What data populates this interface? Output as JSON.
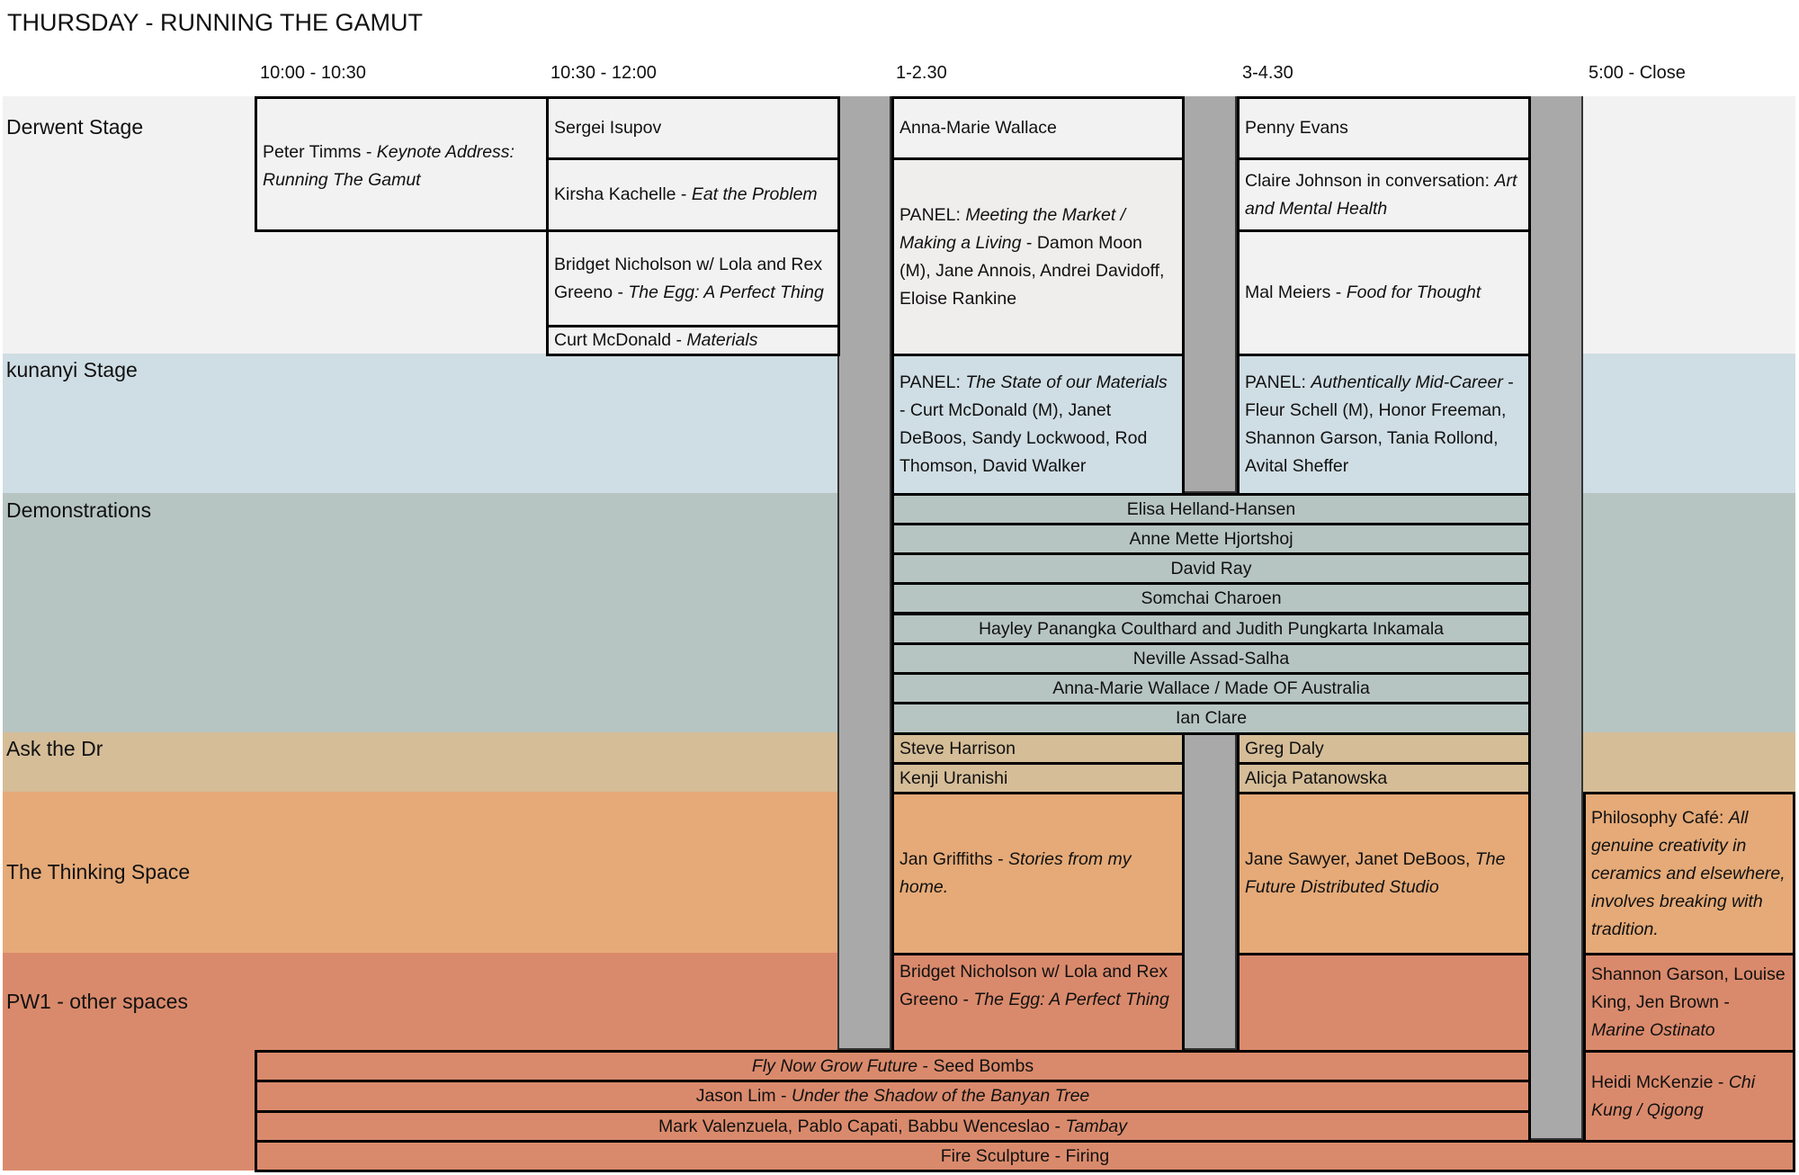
{
  "title": "THURSDAY - RUNNING THE GAMUT",
  "times": [
    "10:00 - 10:30",
    "10:30 - 12:00",
    "1-2.30",
    "3-4.30",
    "5:00 - Close"
  ],
  "rows": [
    "Derwent Stage",
    "kunanyi Stage",
    "Demonstrations",
    "Ask the Dr",
    "The Thinking Space",
    "PW1 - other spaces"
  ],
  "colors": {
    "derwent": "#f2f2f2",
    "kunanyi": "#cfdde4",
    "demos": "#b7c5c2",
    "ask": "#d5bd98",
    "thinking": "#e5aa78",
    "pw1": "#da8a6c",
    "break": "#a9a9a9"
  },
  "derwent": {
    "timms": [
      "Peter Timms - ",
      "Keynote Address: Running The Gamut"
    ],
    "isupov": "Sergei Isupov",
    "kachelle": [
      "Kirsha Kachelle - ",
      "Eat the Problem"
    ],
    "nicholson": [
      "Bridget Nicholson w/ Lola and Rex Greeno - ",
      "The Egg: A Perfect Thing"
    ],
    "mcdonald": [
      "Curt McDonald - ",
      "Materials"
    ],
    "wallace": "Anna-Marie Wallace",
    "panel": [
      "PANEL: ",
      "Meeting the Market / Making a Living",
      " - Damon Moon (M), Jane Annois, Andrei Davidoff, Eloise Rankine"
    ],
    "evans": "Penny Evans",
    "johnson": [
      "Claire Johnson in conversation: ",
      "Art and Mental Health"
    ],
    "meiers": [
      "Mal Meiers - ",
      "Food for Thought"
    ]
  },
  "kunanyi": {
    "panel1": [
      "PANEL: ",
      "The State of our Materials",
      " - Curt McDonald (M), Janet DeBoos, Sandy Lockwood, Rod Thomson, David Walker"
    ],
    "panel2": [
      "PANEL: ",
      "Authentically Mid-Career",
      " - Fleur Schell (M), Honor Freeman, Shannon Garson, Tania Rollond, Avital Sheffer"
    ]
  },
  "demos": [
    "Elisa Helland-Hansen",
    "Anne Mette Hjortshoj",
    "David Ray",
    "Somchai Charoen",
    "Hayley Panangka Coulthard and Judith Pungkarta Inkamala",
    "Neville Assad-Salha",
    "Anna-Marie Wallace / Made OF Australia",
    "Ian Clare"
  ],
  "ask": [
    "Steve Harrison",
    "Kenji Uranishi",
    "Greg Daly",
    "Alicja Patanowska"
  ],
  "thinking": {
    "griffiths": [
      "Jan Griffiths - ",
      "Stories from my home."
    ],
    "sawyer": [
      "Jane Sawyer, Janet DeBoos, ",
      "The Future Distributed Studio"
    ],
    "cafe": [
      "Philosophy Café: ",
      "All genuine creativity in ceramics and elsewhere, involves breaking with tradition."
    ]
  },
  "pw1": {
    "nicholson": [
      "Bridget Nicholson w/ Lola and Rex Greeno - ",
      "The Egg: A Perfect Thing"
    ],
    "garson": [
      "Shannon Garson, Louise King, Jen Brown  - ",
      "Marine Ostinato"
    ],
    "mckenzie": [
      "Heidi McKenzie - ",
      "Chi Kung / Qigong"
    ],
    "seed": [
      "Fly Now Grow Future",
      " - Seed Bombs"
    ],
    "lim": [
      "Jason Lim - ",
      "Under the Shadow of the Banyan Tree"
    ],
    "tambay": [
      "Mark Valenzuela, Pablo Capati, Babbu Wenceslao - ",
      "Tambay"
    ],
    "fire": "Fire Sculpture - Firing"
  }
}
